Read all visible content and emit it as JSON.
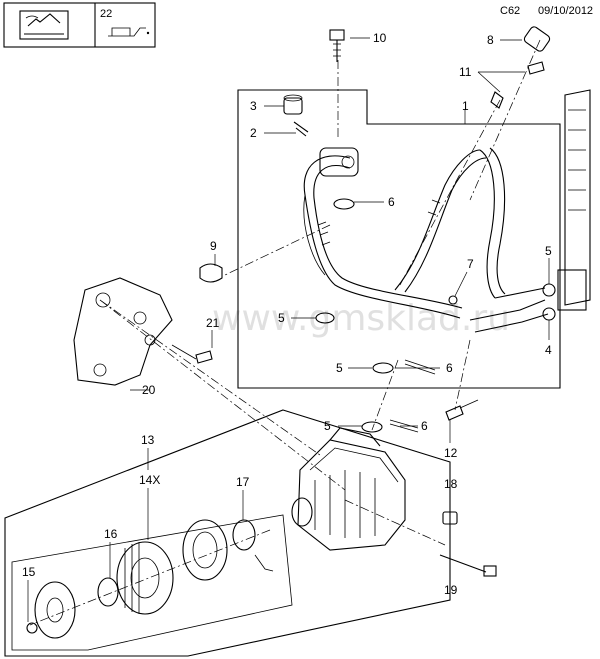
{
  "header": {
    "icon_ref_number": "22",
    "page_code": "C62",
    "date": "09/10/2012"
  },
  "watermark": "www.gmsklad.ru",
  "callouts": {
    "c1": "1",
    "c2": "2",
    "c3": "3",
    "c4": "4",
    "c5a": "5",
    "c5b": "5",
    "c5c": "5",
    "c5d": "5",
    "c6a": "6",
    "c6b": "6",
    "c6c": "6",
    "c7": "7",
    "c8": "8",
    "c9": "9",
    "c10": "10",
    "c11": "11",
    "c12": "12",
    "c13": "13",
    "c14x": "14X",
    "c15": "15",
    "c16": "16",
    "c17": "17",
    "c18": "18",
    "c19": "19",
    "c20": "20",
    "c21": "21"
  }
}
